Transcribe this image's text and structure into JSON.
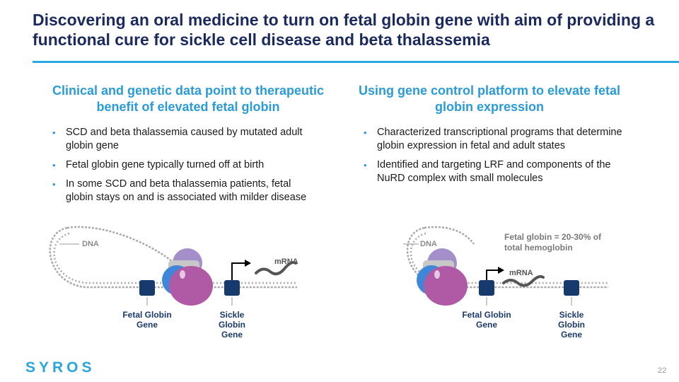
{
  "title": "Discovering an oral medicine to turn on fetal globin gene with aim of providing a functional cure for sickle cell disease and beta thalassemia",
  "left": {
    "heading": "Clinical and genetic data point to therapeutic benefit of elevated fetal globin",
    "bullets": [
      "SCD and beta thalassemia caused by mutated adult globin gene",
      "Fetal globin gene typically turned off at birth",
      "In some SCD and beta thalassemia patients, fetal globin stays on and is associated with milder disease"
    ],
    "diagram": {
      "dna_label": "DNA",
      "mrna_label": "mRNA",
      "gene1": "Fetal Globin Gene",
      "gene2": "Sickle Globin Gene"
    }
  },
  "right": {
    "heading": "Using gene control platform to elevate fetal globin expression",
    "bullets": [
      "Characterized transcriptional programs that determine globin expression in fetal and adult states",
      "Identified and targeting LRF and components of the NuRD complex with small molecules"
    ],
    "diagram": {
      "dna_label": "DNA",
      "mrna_label": "mRNA",
      "note": "Fetal globin = 20-30% of total hemoglobin",
      "gene1": "Fetal Globin Gene",
      "gene2": "Sickle Globin Gene"
    }
  },
  "footer": {
    "logo": "SYROS",
    "page_number": "22"
  },
  "colors": {
    "title": "#1b2a5e",
    "accent": "#29a9e0",
    "heading": "#2a9bd9",
    "gene_box": "#173a6e",
    "protein_purple": "#b05aa6",
    "protein_blue": "#3d86d8",
    "protein_lavender": "#a58fcb"
  }
}
